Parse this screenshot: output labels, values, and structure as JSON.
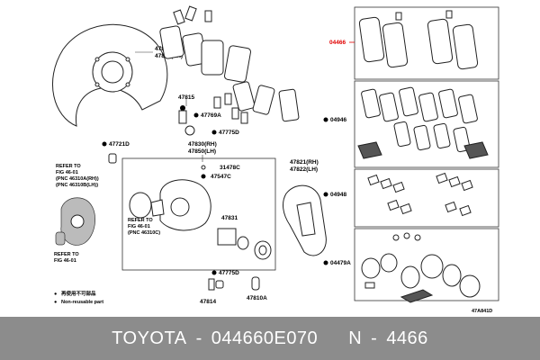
{
  "diagram": {
    "labels": {
      "highlight_part": "04466",
      "shield_rh": "47803(RH)",
      "shield_lh": "47804(LH)",
      "bolt_47815": "47815",
      "seal_47769a": "47769A",
      "cap_47775d_top": "47775D",
      "bolt_47721d": "47721D",
      "caliper_rh": "47830(RH)",
      "caliper_lh": "47850(LH)",
      "bleeder_31478c": "31478C",
      "bleeder_47547c": "47547C",
      "piston_47831": "47831",
      "cap_47775d_bottom": "47775D",
      "bolt_47814": "47814",
      "cap_47810a": "47810A",
      "mount_rh": "47821(RH)",
      "mount_lh": "47822(LH)",
      "kit_04946": "04946",
      "kit_04948": "04948",
      "kit_04479a": "04479A",
      "drawing_code": "47A841D"
    },
    "refer_blocks": [
      {
        "line1": "REFER TO",
        "line2": "FIG 46-01",
        "line3": "(PNC 46310A(RH))",
        "line4": "(PNC 46310B(LH))"
      },
      {
        "line1": "REFER TO",
        "line2": "FIG 46-01",
        "line3": "(PNC 46310C)"
      },
      {
        "line1": "REFER TO",
        "line2": "FIG 46-01"
      }
    ],
    "legend": [
      {
        "symbol": "●",
        "text": "再使用不可部品"
      },
      {
        "symbol": "●",
        "text": "Non-reusable part"
      }
    ]
  },
  "footer": {
    "brand": "TOYOTA",
    "sep1": "-",
    "part_number": "044660E070",
    "prefix": "N",
    "sep2": "-",
    "short_code": "4466"
  },
  "colors": {
    "highlight": "#e00000",
    "footer_bg": "#8c8c8c",
    "footer_text": "#ffffff"
  }
}
